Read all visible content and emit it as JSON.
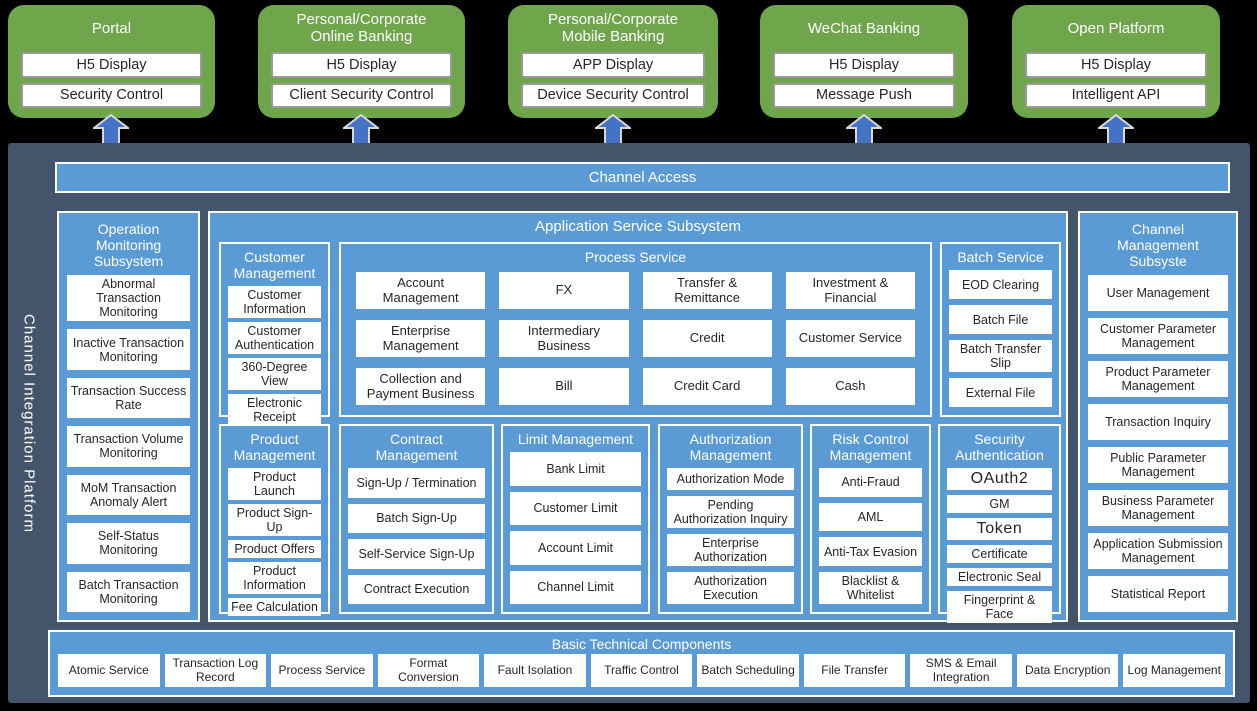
{
  "colors": {
    "background": "#000000",
    "platform_navy": "#44546A",
    "channel_green": "#6FA64C",
    "panel_blue": "#5B9BD5",
    "arrow_blue": "#4472C4",
    "arrow_border": "#D9D9D9"
  },
  "platform_label": "Channel Integration Platform",
  "channels": [
    {
      "title": "Portal",
      "items": [
        "H5 Display",
        "Security Control"
      ]
    },
    {
      "title": "Personal/Corporate Online Banking",
      "items": [
        "H5 Display",
        "Client Security Control"
      ]
    },
    {
      "title": "Personal/Corporate Mobile Banking",
      "items": [
        "APP Display",
        "Device Security Control"
      ]
    },
    {
      "title": "WeChat Banking",
      "items": [
        "H5 Display",
        "Message Push"
      ]
    },
    {
      "title": "Open Platform",
      "items": [
        "H5 Display",
        "Intelligent API"
      ]
    }
  ],
  "channel_access": {
    "title": "Channel Access"
  },
  "operation_monitoring": {
    "title": "Operation Monitoring Subsystem",
    "items": [
      "Abnormal Transaction Monitoring",
      "Inactive Transaction Monitoring",
      "Transaction Success Rate",
      "Transaction Volume Monitoring",
      "MoM Transaction Anomaly Alert",
      "Self-Status Monitoring",
      "Batch Transaction Monitoring"
    ]
  },
  "application_service": {
    "title": "Application Service Subsystem",
    "customer_management": {
      "title": "Customer Management",
      "items": [
        "Customer Information",
        "Customer Authentication",
        "360-Degree View",
        "Electronic Receipt"
      ]
    },
    "process_service": {
      "title": "Process Service",
      "items": [
        "Account Management",
        "FX",
        "Transfer & Remittance",
        "Investment & Financial",
        "Enterprise Management",
        "Intermediary Business",
        "Credit",
        "Customer Service",
        "Collection and Payment Business",
        "Bill",
        "Credit Card",
        "Cash"
      ]
    },
    "batch_service": {
      "title": "Batch Service",
      "items": [
        "EOD Clearing",
        "Batch File",
        "Batch Transfer Slip",
        "External File"
      ]
    },
    "product_management": {
      "title": "Product Management",
      "items": [
        "Product Launch",
        "Product Sign-Up",
        "Product Offers",
        "Product Information",
        "Fee Calculation"
      ]
    },
    "contract_management": {
      "title": "Contract Management",
      "items": [
        "Sign-Up / Termination",
        "Batch Sign-Up",
        "Self-Service Sign-Up",
        "Contract Execution"
      ]
    },
    "limit_management": {
      "title": "Limit Management",
      "items": [
        "Bank Limit",
        "Customer Limit",
        "Account Limit",
        "Channel Limit"
      ]
    },
    "authorization_management": {
      "title": "Authorization Management",
      "items": [
        "Authorization Mode",
        "Pending Authorization Inquiry",
        "Enterprise Authorization",
        "Authorization Execution"
      ]
    },
    "risk_control_management": {
      "title": "Risk Control Management",
      "items": [
        "Anti-Fraud",
        "AML",
        "Anti-Tax Evasion",
        "Blacklist & Whitelist"
      ]
    },
    "security_authentication": {
      "title": "Security Authentication",
      "items": [
        "OAuth2",
        "GM",
        "Token",
        "Certificate",
        "Electronic Seal",
        "Fingerprint & Face"
      ]
    }
  },
  "channel_management": {
    "title": "Channel Management Subsyste",
    "items": [
      "User Management",
      "Customer Parameter Management",
      "Product Parameter Management",
      "Transaction Inquiry",
      "Public Parameter Management",
      "Business Parameter Management",
      "Application Submission Management",
      "Statistical Report"
    ]
  },
  "basic_components": {
    "title": "Basic Technical Components",
    "items": [
      "Atomic Service",
      "Transaction Log Record",
      "Process Service",
      "Format Conversion",
      "Fault Isolation",
      "Traffic Control",
      "Batch Scheduling",
      "File Transfer",
      "SMS & Email Integration",
      "Data Encryption",
      "Log Management"
    ]
  }
}
